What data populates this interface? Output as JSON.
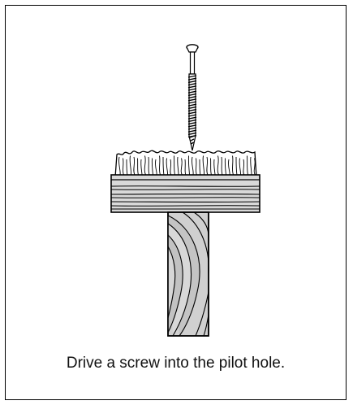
{
  "figure": {
    "caption": "Drive a screw into the pilot hole.",
    "colors": {
      "line": "#000000",
      "wood_light": "#d9d9d9",
      "wood_mid": "#bdbdbd",
      "background": "#ffffff"
    },
    "parts": [
      "screw",
      "shavings",
      "top-board",
      "vertical-post"
    ]
  }
}
